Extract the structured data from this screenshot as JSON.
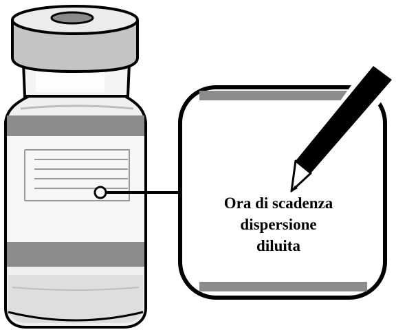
{
  "callout": {
    "lines": [
      "Ora di scadenza",
      "dispersione",
      "diluita"
    ]
  },
  "colors": {
    "outline": "#000000",
    "cap_top": "#ececec",
    "cap_side": "#c4c4c4",
    "neck": "#f4f4f4",
    "body_glass": "#f0f0f0",
    "band": "#8c8c8c",
    "label_paper": "#f6f6f6",
    "label_lines": "#9a9a9a",
    "liquid": "#dedede",
    "callout_fill": "#ffffff",
    "callout_band": "#8c8c8c",
    "pencil": "#000000",
    "pencil_wood": "#ffffff"
  },
  "icons": {
    "vial": "vial-icon",
    "pencil": "pencil-icon"
  }
}
